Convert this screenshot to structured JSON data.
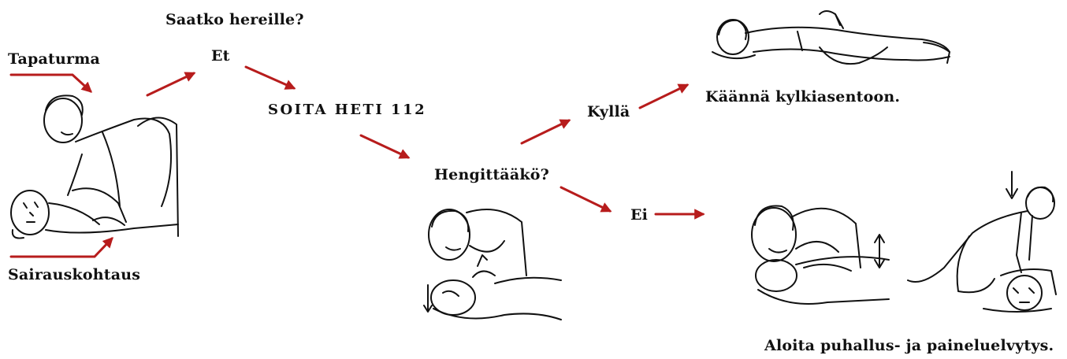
{
  "labels": {
    "accident": "Tapaturma",
    "seizure": "Sairauskohtaus",
    "question_wake": "Saatko hereille?",
    "answer_no_wake": "Et",
    "call": "SOITA HETI 112",
    "question_breathing": "Hengittääkö?",
    "answer_yes": "Kyllä",
    "answer_no": "Ei",
    "action_recovery": "Käännä kylkiasentoon.",
    "action_cpr": "Aloita puhallus- ja paineluelvytys."
  },
  "colors": {
    "arrow": "#b71c1c",
    "text": "#111111",
    "drawing": "#111111"
  },
  "illustrations": [
    "checking-responsiveness-illustration",
    "opening-airway-illustration",
    "recovery-position-illustration",
    "rescue-breathing-illustration",
    "chest-compression-illustration"
  ]
}
